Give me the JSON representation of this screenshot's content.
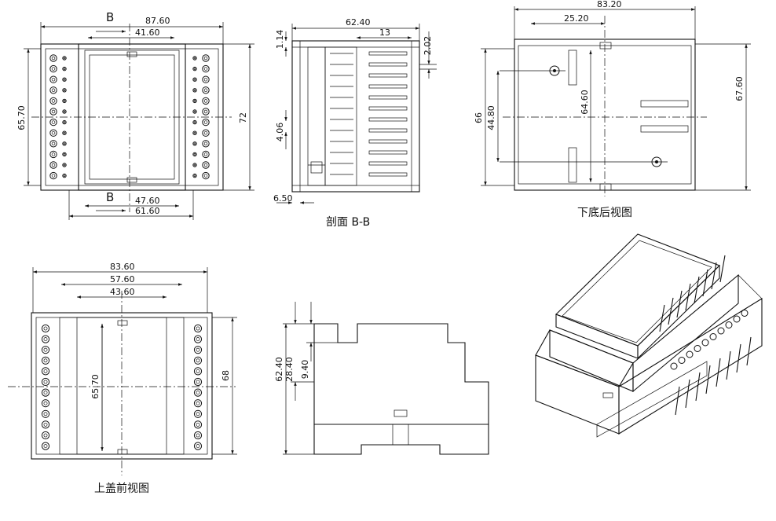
{
  "views": {
    "top_left": {
      "section_mark_top": "B",
      "section_mark_bottom": "B",
      "dim_87_60": "87.60",
      "dim_41_60": "41.60",
      "dim_65_70": "65.70",
      "dim_72": "72",
      "dim_47_60": "47.60",
      "dim_61_60": "61.60"
    },
    "section": {
      "title": "剖面 B-B",
      "dim_62_40": "62.40",
      "dim_13": "13",
      "dim_1_14": "1.14",
      "dim_2_02": "2.02",
      "dim_4_06": "4.06",
      "dim_6_50": "6.50"
    },
    "bottom_rear": {
      "title": "下底后视图",
      "dim_83_20": "83.20",
      "dim_25_20": "25.20",
      "dim_66": "66",
      "dim_44_80": "44.80",
      "dim_64_60": "64.60",
      "dim_67_60": "67.60"
    },
    "top_cover": {
      "title": "上盖前视图",
      "dim_83_60": "83.60",
      "dim_57_60": "57.60",
      "dim_43_60": "43.60",
      "dim_65_70": "65.70",
      "dim_68": "68"
    },
    "side": {
      "dim_62_40": "62.40",
      "dim_28_40": "28.40",
      "dim_9_40": "9.40"
    }
  }
}
